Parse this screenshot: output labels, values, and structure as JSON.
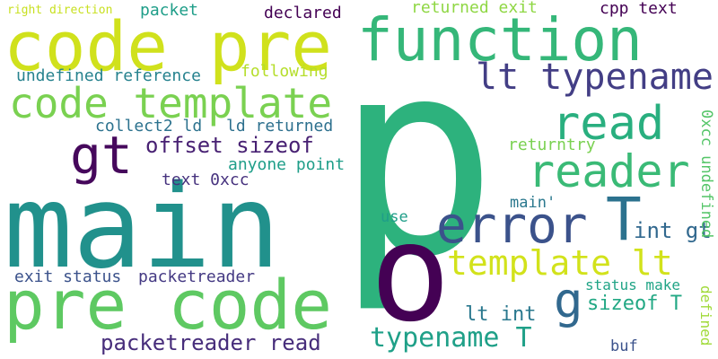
{
  "words": [
    {
      "text": "p",
      "color": "#2db27d"
    },
    {
      "text": "main",
      "color": "#21918c"
    },
    {
      "text": "code pre",
      "color": "#d0e11c"
    },
    {
      "text": "pre code",
      "color": "#5ec962"
    },
    {
      "text": "function",
      "color": "#35b779"
    },
    {
      "text": "o",
      "color": "#440154"
    },
    {
      "text": "code template",
      "color": "#7ad151"
    },
    {
      "text": "reader",
      "color": "#3aba76"
    },
    {
      "text": "read",
      "color": "#29af7f"
    },
    {
      "text": "error",
      "color": "#3b528b"
    },
    {
      "text": "T",
      "color": "#2c728e"
    },
    {
      "text": "gt",
      "color": "#46085c"
    },
    {
      "text": "lt typename",
      "color": "#433e85"
    },
    {
      "text": "template lt",
      "color": "#d2e21b"
    },
    {
      "text": "typename T",
      "color": "#1fa088"
    },
    {
      "text": "packetreader read",
      "color": "#472d7b"
    },
    {
      "text": "g",
      "color": "#31688e"
    },
    {
      "text": "offset sizeof",
      "color": "#482173"
    },
    {
      "text": "undefined reference",
      "color": "#26828e"
    },
    {
      "text": "sizeof T",
      "color": "#22a884"
    },
    {
      "text": "lt int",
      "color": "#2a788e"
    },
    {
      "text": "int gt",
      "color": "#31688e"
    },
    {
      "text": "exit status",
      "color": "#3b528b"
    },
    {
      "text": "packetreader",
      "color": "#443983"
    },
    {
      "text": "collect2 ld",
      "color": "#2c728e"
    },
    {
      "text": "ld returned",
      "color": "#2d708e"
    },
    {
      "text": "following",
      "color": "#b5de2b"
    },
    {
      "text": "packet",
      "color": "#1f9e89"
    },
    {
      "text": "declared",
      "color": "#440154"
    },
    {
      "text": "returned exit",
      "color": "#8fd744"
    },
    {
      "text": "cpp text",
      "color": "#440154"
    },
    {
      "text": "right direction",
      "color": "#c8e020"
    },
    {
      "text": "anyone point",
      "color": "#1f9e89"
    },
    {
      "text": "text 0xcc",
      "color": "#46327e"
    },
    {
      "text": "0xcc undefined",
      "color": "#54c568"
    },
    {
      "text": "returntry",
      "color": "#7ad151"
    },
    {
      "text": "main'",
      "color": "#2a788e"
    },
    {
      "text": "use",
      "color": "#1f9e89"
    },
    {
      "text": "status make",
      "color": "#20a486"
    },
    {
      "text": "defined",
      "color": "#a0da39"
    },
    {
      "text": "buf",
      "color": "#3b528b"
    }
  ]
}
